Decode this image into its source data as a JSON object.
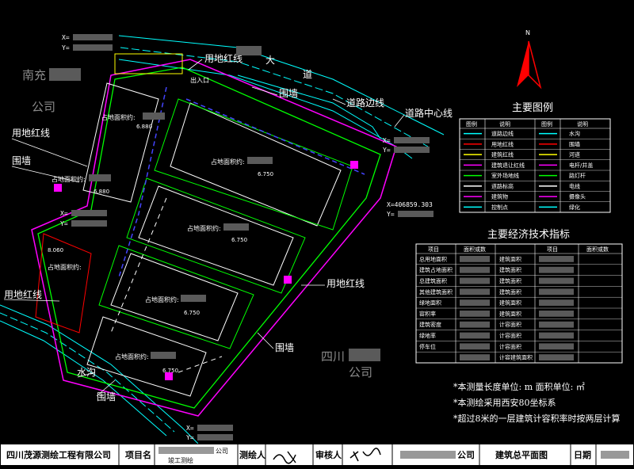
{
  "labels": {
    "land_red_line": "用地红线",
    "wall": "围墙",
    "road_edge": "道路边线",
    "road_center": "道路中心线",
    "road_name_1": "大",
    "road_name_2": "道",
    "gate": "出入口",
    "ditch": "水沟",
    "area_label": "占地面积约:",
    "ghost_left_1": "南充",
    "ghost_left_2": "公司",
    "ghost_right_1": "四川",
    "ghost_right_2": "公司",
    "coord_x": "X=",
    "coord_y": "Y=",
    "coord_right_x": "X=406859.303",
    "elev_a": "6.880",
    "elev_b": "6.880",
    "elev_c": "6.750",
    "elev_d": "6.750",
    "elev_e": "6.750",
    "elev_f": "6.750",
    "elev_g": "8.060",
    "north": "N"
  },
  "legend": {
    "title": "主要图例",
    "header_symbol": "图例",
    "header_desc": "说明",
    "rows": [
      {
        "left": "道路边线",
        "right": "水沟",
        "color": "#00ffff"
      },
      {
        "left": "用地红线",
        "right": "围墙",
        "color": "#ff0000"
      },
      {
        "left": "建筑红线",
        "right": "河道",
        "color": "#ffff00"
      },
      {
        "left": "建筑退让红线",
        "right": "电杆/井盖",
        "color": "#ff00ff"
      },
      {
        "left": "室外场地线",
        "right": "路灯杆",
        "color": "#00ff00"
      },
      {
        "left": "道路标高",
        "right": "电线",
        "color": "#ffffff"
      },
      {
        "left": "建筑物",
        "right": "摄像头",
        "color": "#ff00ff"
      },
      {
        "left": "控制点",
        "right": "绿化",
        "color": "#00ffff"
      }
    ]
  },
  "econ": {
    "title": "主要经济技术指标",
    "header_item": "项目",
    "header_value": "面积或数",
    "rows": [
      {
        "item": "总用地面积",
        "item2": "建筑面积"
      },
      {
        "item": "建筑占地面积",
        "item2": "建筑面积"
      },
      {
        "item": "总建筑面积",
        "item2": "建筑面积"
      },
      {
        "item": "其他建筑面积",
        "item2": "建筑面积"
      },
      {
        "item": "绿地面积",
        "item2": "建筑面积"
      },
      {
        "item": "容积率",
        "item2": "建筑面积"
      },
      {
        "item": "建筑密度",
        "item2": "计容面积"
      },
      {
        "item": "绿地率",
        "item2": "计容面积"
      },
      {
        "item": "停车位",
        "item2": "计容面积"
      },
      {
        "item": "",
        "item2": "计容建筑面积"
      }
    ]
  },
  "notes": [
    "*本测量长度单位: m 面积单位: ㎡",
    "*本测绘采用西安80坐标系",
    "*超过8米的一层建筑计容积率时按两层计算"
  ],
  "title_block": {
    "company": "四川茂源测绘工程有限公司",
    "project_label": "项目名",
    "project_value_1": "公司",
    "project_value_2": "竣工测绘",
    "surveyor_label": "测绘人",
    "reviewer_label": "审核人",
    "client": "公司",
    "drawing_name": "建筑总平面图",
    "date_label": "日期"
  },
  "colors": {
    "cyan": "#00ffff",
    "red": "#ff0000",
    "green": "#00ff00",
    "magenta": "#ff00ff",
    "yellow": "#ffff00",
    "blue": "#4444ff"
  }
}
